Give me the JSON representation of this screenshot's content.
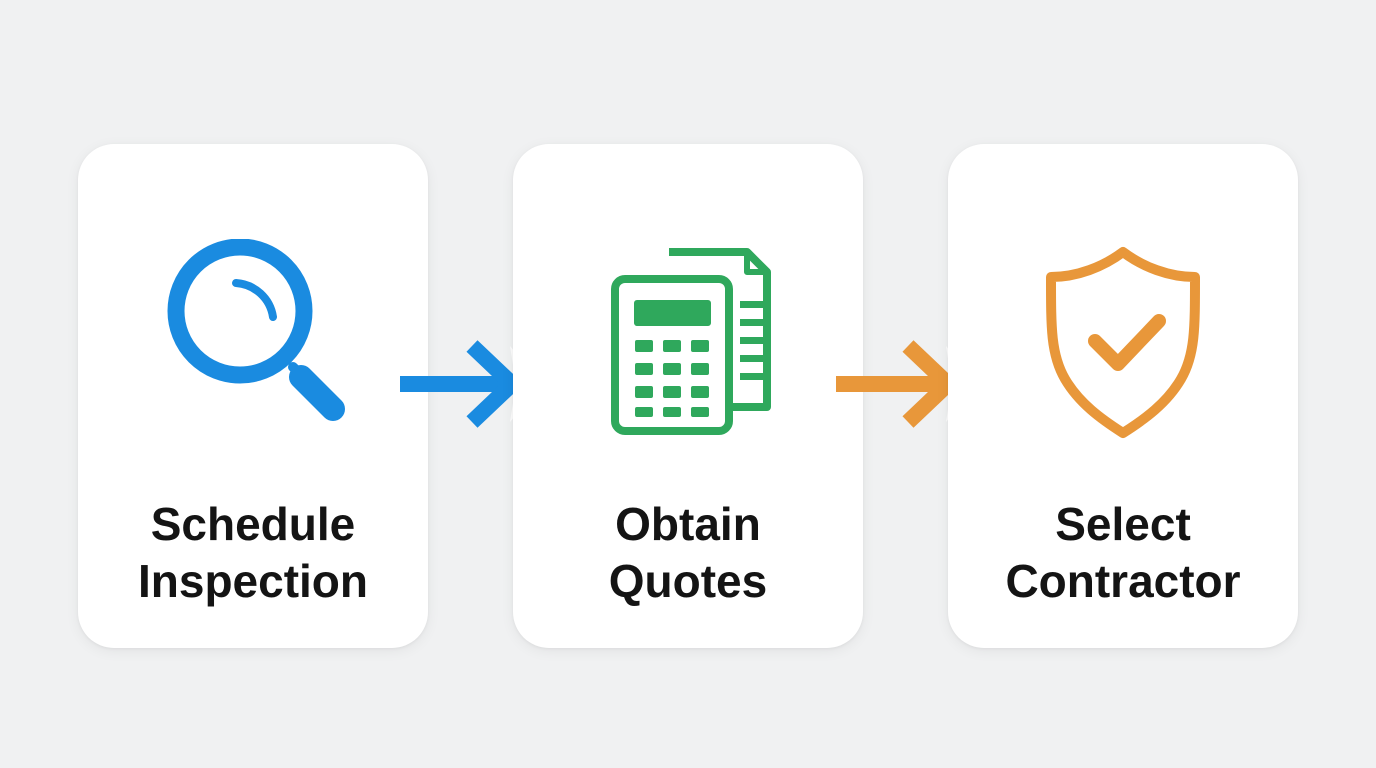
{
  "steps": [
    {
      "label_line1": "Schedule",
      "label_line2": "Inspection",
      "icon": "magnifying-glass-icon",
      "color": "#1a8be0"
    },
    {
      "label_line1": "Obtain",
      "label_line2": "Quotes",
      "icon": "calculator-documents-icon",
      "color": "#2fa85c"
    },
    {
      "label_line1": "Select",
      "label_line2": "Contractor",
      "icon": "shield-check-icon",
      "color": "#e8973a"
    }
  ],
  "arrows": [
    {
      "icon": "arrow-right-icon",
      "color": "#1a8be0"
    },
    {
      "icon": "arrow-right-icon",
      "color": "#e8973a"
    }
  ]
}
